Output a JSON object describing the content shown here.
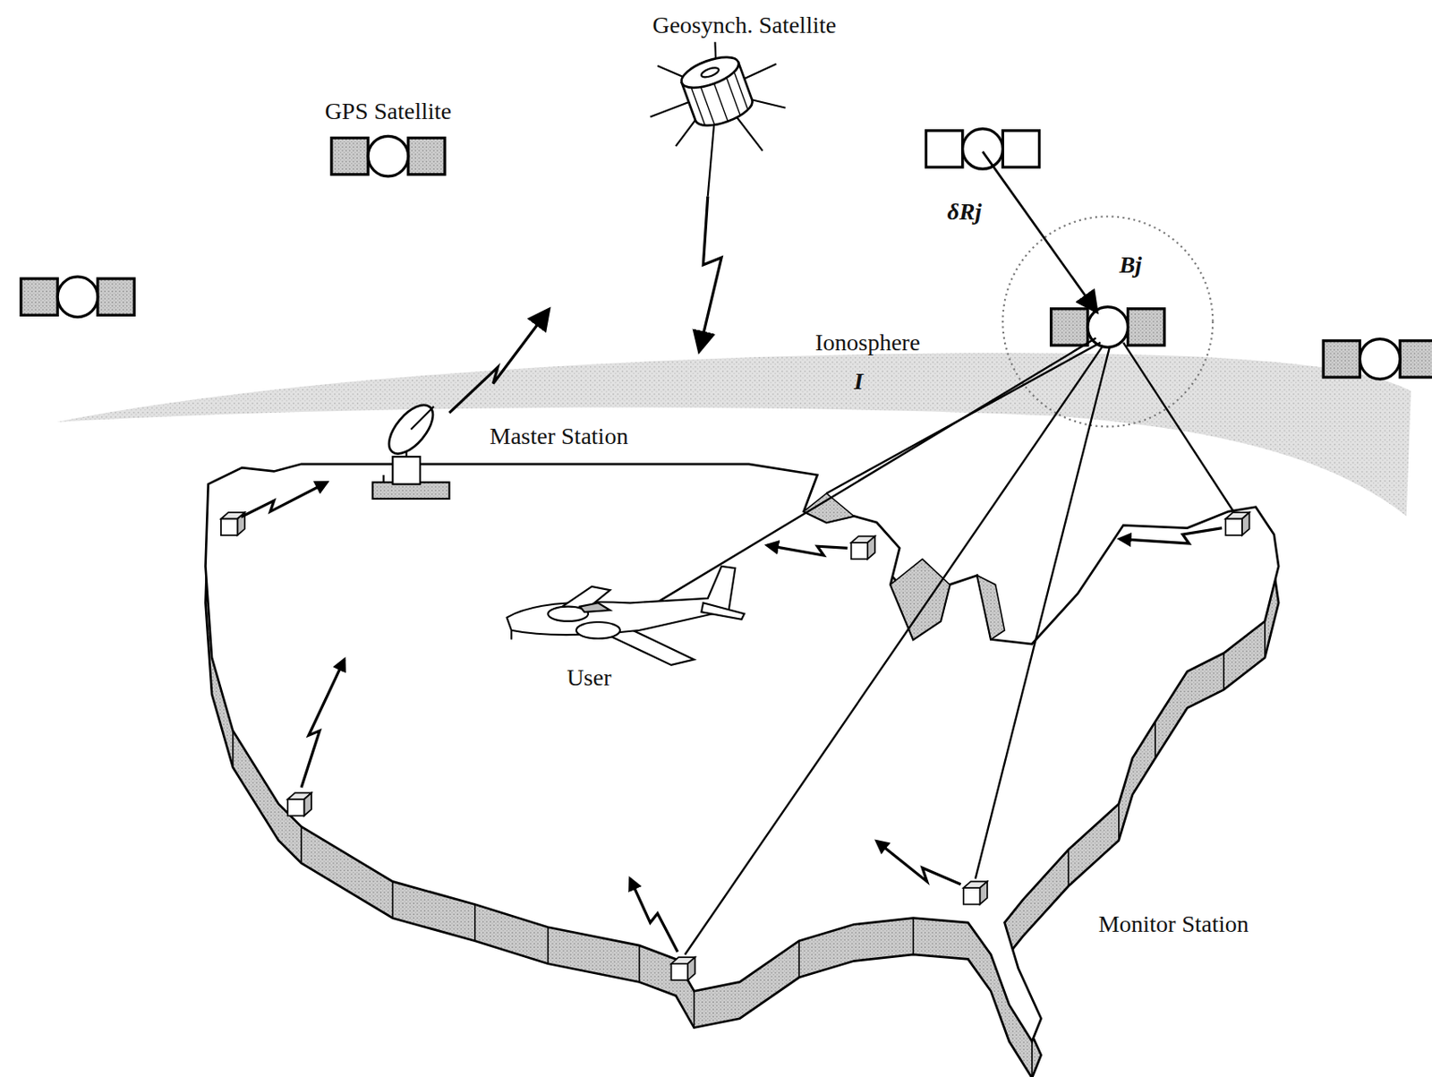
{
  "diagram": {
    "labels": [
      "Geosynch. Satellite",
      "GPS Satellite",
      "δRj",
      "Bj",
      "Ionosphere",
      "I",
      "Master Station",
      "User",
      "Monitor Station"
    ]
  }
}
